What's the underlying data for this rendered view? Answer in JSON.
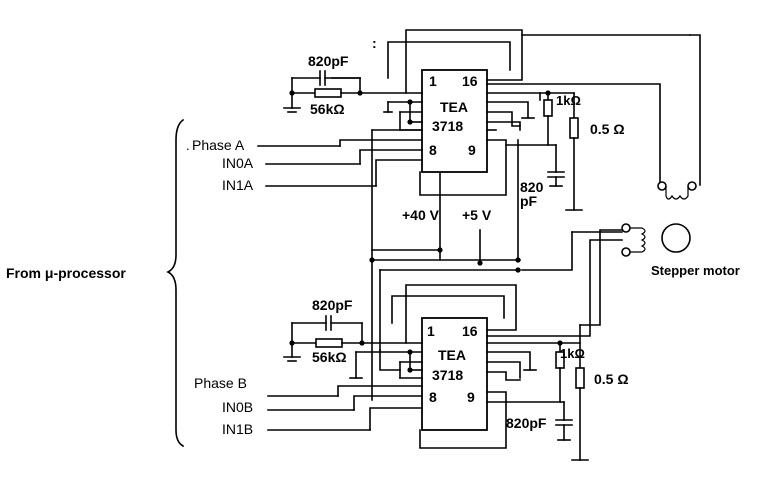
{
  "ic_top": {
    "name": "TEA",
    "part": "3718",
    "pin1": "1",
    "pin16": "16",
    "pin8": "8",
    "pin9": "9"
  },
  "ic_bottom": {
    "name": "TEA",
    "part": "3718",
    "pin1": "1",
    "pin16": "16",
    "pin8": "8",
    "pin9": "9"
  },
  "components": {
    "cap_top_timing": "820pF",
    "res_top_timing": "56kΩ",
    "res_top_1k": "1kΩ",
    "res_top_sense": "0.5 Ω",
    "cap_top_filter_a": "820",
    "cap_top_filter_b": "pF",
    "cap_bottom_timing": "820pF",
    "res_bottom_timing": "56kΩ",
    "res_bottom_1k": "1kΩ",
    "res_bottom_sense": "0.5 Ω",
    "cap_bottom_filter": "820pF"
  },
  "supply": {
    "v40": "+40 V",
    "v5": "+5 V"
  },
  "inputs": {
    "phase_a": "Phase A",
    "in0a": "IN0A",
    "in1a": "IN1A",
    "phase_b": "Phase B",
    "in0b": "IN0B",
    "in1b": "IN1B"
  },
  "source_label": "From μ-processor",
  "motor_label": "Stepper motor"
}
